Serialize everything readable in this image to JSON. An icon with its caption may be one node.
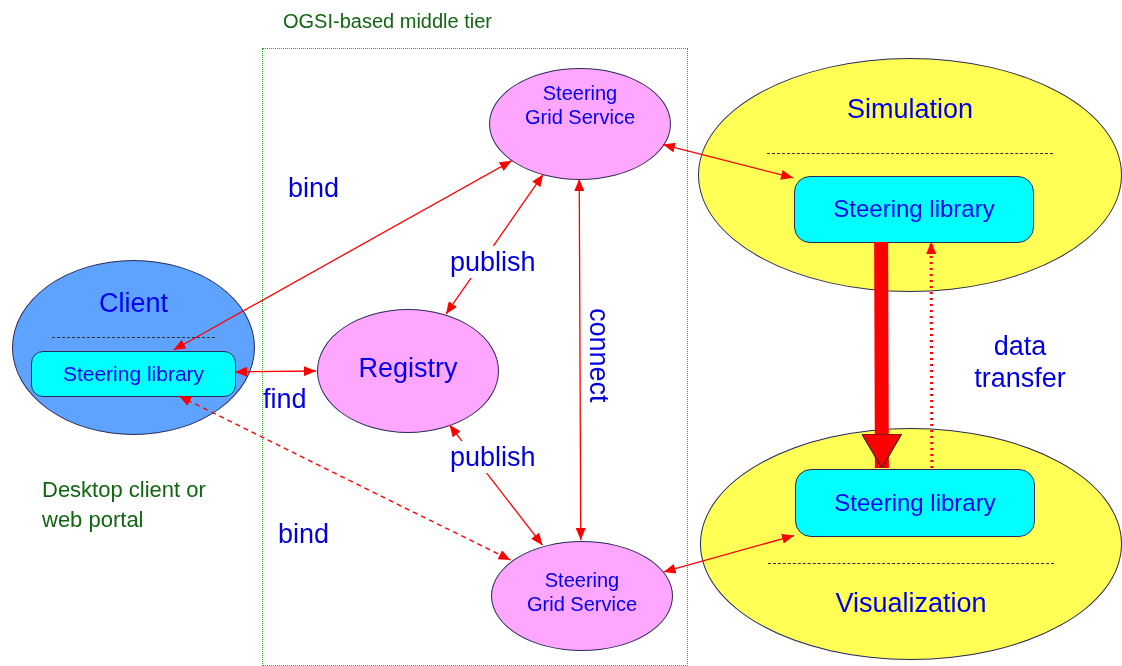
{
  "diagram": {
    "nodes": [
      {
        "text": [
          "OGSI-based middle tier"
        ]
      },
      {
        "text": [
          "Steering Grid Service"
        ],
        "in": 0
      },
      {
        "text": [
          "Registry"
        ],
        "in": 0
      },
      {
        "text": [
          "Steering Grid Service"
        ],
        "in": 0
      },
      {
        "text": [
          "Client"
        ],
        "beside": [
          "Desktop client or web portal"
        ]
      },
      {
        "text": [
          "Steering library"
        ],
        "in": 4
      },
      {
        "text": [
          "Simulation"
        ]
      },
      {
        "text": [
          "Steering library"
        ],
        "in": 6
      },
      {
        "text": [
          "Visualization"
        ]
      },
      {
        "text": [
          "Steering library"
        ],
        "in": 8
      }
    ],
    "edges": [
      {
        "from": 5,
        "to": 1,
        "arrow": "both",
        "label": "bind"
      },
      {
        "from": 1,
        "to": 2,
        "arrow": "both",
        "label": "publish"
      },
      {
        "from": 5,
        "to": 2,
        "arrow": "both",
        "label": "find"
      },
      {
        "from": 2,
        "to": 3,
        "arrow": "both",
        "label": "publish"
      },
      {
        "from": 5,
        "to": 3,
        "arrow": "both",
        "label": "bind",
        "style": "dashed"
      },
      {
        "from": 1,
        "to": 3,
        "arrow": "both",
        "label": "connect"
      },
      {
        "from": 1,
        "to": 7,
        "arrow": "both"
      },
      {
        "from": 3,
        "to": 9,
        "arrow": "both"
      },
      {
        "from": 7,
        "to": 9,
        "arrow": "to",
        "style": "thick"
      },
      {
        "from": 9,
        "to": 7,
        "arrow": "to",
        "label": "data transfer",
        "style": "dashed"
      }
    ]
  }
}
